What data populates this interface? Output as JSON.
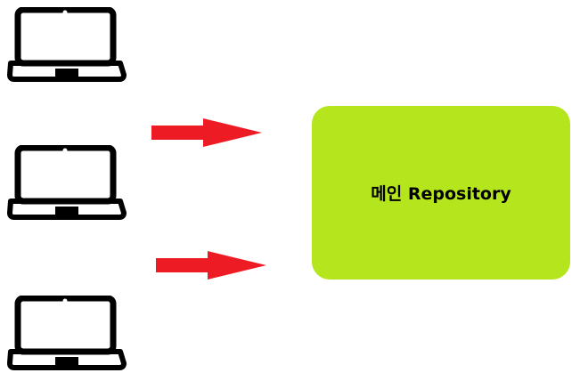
{
  "diagram": {
    "repository": {
      "label": "메인 Repository",
      "color": "#b5e61d"
    },
    "clients": [
      {
        "icon": "laptop-icon"
      },
      {
        "icon": "laptop-icon"
      },
      {
        "icon": "laptop-icon"
      }
    ],
    "arrows": [
      {
        "color": "#ed1c24",
        "direction": "right"
      },
      {
        "color": "#ed1c24",
        "direction": "right"
      }
    ]
  }
}
